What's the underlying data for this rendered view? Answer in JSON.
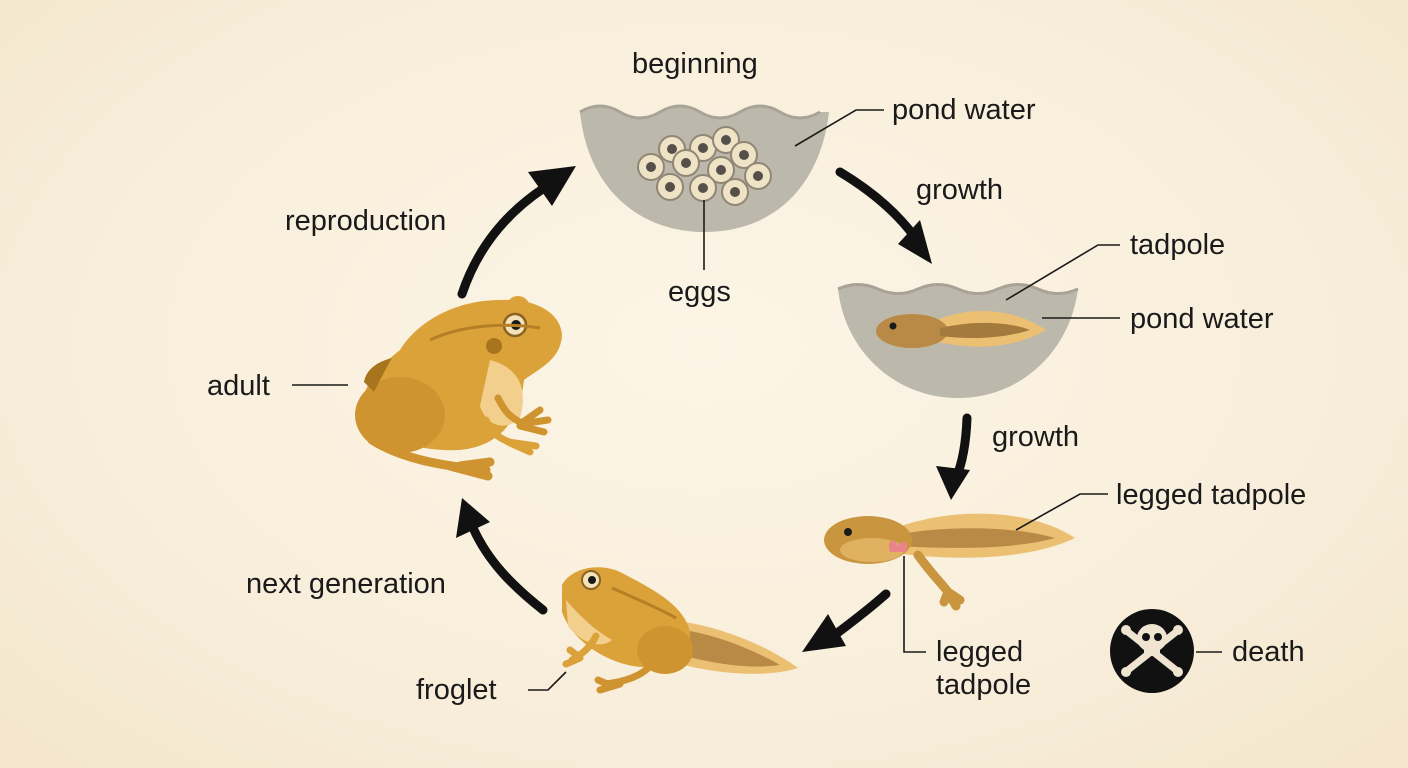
{
  "labels": {
    "beginning": "beginning",
    "pond_water_top": "pond water",
    "eggs": "eggs",
    "growth_1": "growth",
    "tadpole": "tadpole",
    "pond_water_mid": "pond water",
    "growth_2": "growth",
    "legged_tadpole_right": "legged tadpole",
    "legged_tadpole_bottom": "legged\ntadpole",
    "death": "death",
    "froglet": "froglet",
    "next_generation": "next generation",
    "adult": "adult",
    "reproduction": "reproduction"
  },
  "colors": {
    "background": "#f8eedb",
    "water": "#bdb8ac",
    "frog_body": "#dba23a",
    "frog_belly": "#f2cf8c",
    "tadpole_body": "#b98a46",
    "arrow": "#111111",
    "death_badge": "#111111"
  },
  "icons": {
    "death": "skull-crossbones-icon"
  }
}
